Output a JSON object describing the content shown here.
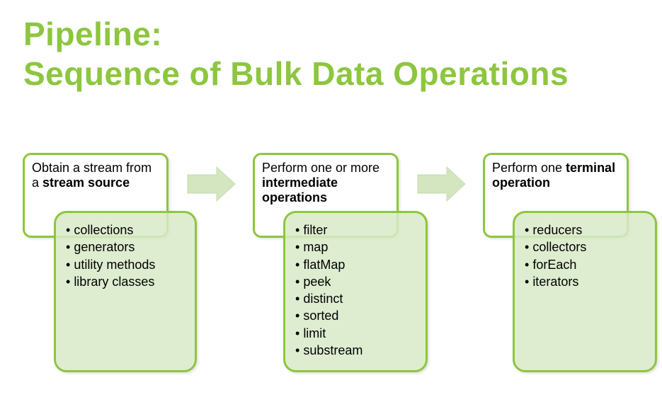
{
  "title": {
    "line1": "Pipeline:",
    "line2": "Sequence of Bulk Data Operations"
  },
  "colors": {
    "accent": "#8dc63f",
    "list_fill": "#d8eac8",
    "arrow_fill": "#d3e6c0"
  },
  "stages": [
    {
      "text_before": "Obtain a stream from a ",
      "text_bold": "stream source",
      "items": [
        "collections",
        "generators",
        "utility methods",
        "library classes"
      ]
    },
    {
      "text_before": "Perform one or more ",
      "text_bold": "intermediate operations",
      "items": [
        "filter",
        "map",
        "flatMap",
        "peek",
        "distinct",
        "sorted",
        "limit",
        "substream"
      ]
    },
    {
      "text_before": "Perform one ",
      "text_bold": "terminal operation",
      "items": [
        "reducers",
        "collectors",
        "forEach",
        "iterators"
      ]
    }
  ]
}
